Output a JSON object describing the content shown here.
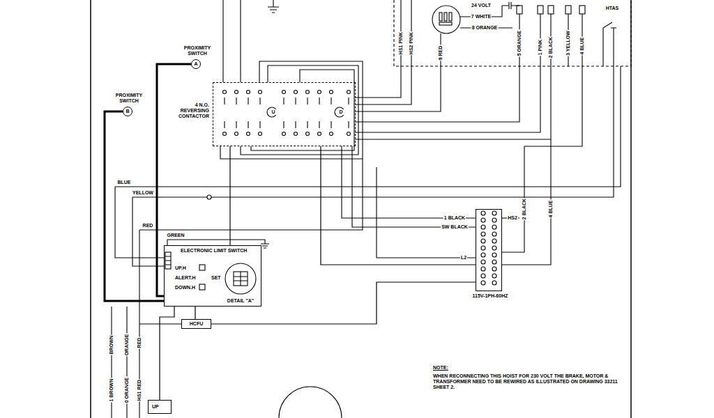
{
  "diagram": {
    "nodes": [
      {
        "text": [
          "PROXIMITY SWITCH",
          "A"
        ]
      },
      {
        "text": [
          "PROXIMITY SWITCH",
          "B"
        ]
      },
      {
        "text": [
          "4 N.O. REVERSING CONTACTOR",
          "U",
          "D"
        ]
      },
      {
        "text": [
          "115V-1PH-60HZ"
        ]
      },
      {
        "text": [
          "ELECTRONIC LIMIT SWITCH",
          "UP.H",
          "ALERT.H",
          "DOWN.H",
          "SET"
        ]
      },
      {
        "text": [
          "HCFU"
        ]
      },
      {
        "text": [
          "UP"
        ]
      }
    ],
    "edges": [
      {
        "from": 0,
        "to": 4,
        "arrow": "none"
      },
      {
        "from": 1,
        "to": 4,
        "arrow": "none"
      },
      {
        "from": 4,
        "to": 2,
        "arrow": "none"
      },
      {
        "from": 2,
        "to": 3,
        "arrow": "none"
      },
      {
        "from": 4,
        "to": 5,
        "arrow": "none"
      },
      {
        "from": 5,
        "to": 3,
        "arrow": "none"
      },
      {
        "from": 6,
        "to": 4,
        "arrow": "none"
      }
    ],
    "labels": [
      "24 VOLT",
      "7 WHITE",
      "8 ORANGE",
      "HTAS",
      "HS1 PINK",
      "HS2 PINK",
      "9 RED",
      "5 ORANGE",
      "1 PINK",
      "2 BLACK",
      "3 YELLOW",
      "4 BLUE",
      "BLUE",
      "YELLOW",
      "1 BLACK",
      "SW BLACK",
      "HS2",
      "L2",
      "2 BLACK",
      "4 BLUE",
      "RED",
      "GREEN",
      "DETAIL \"A\"",
      "BROWN",
      "ORANGE",
      "RED",
      "NOTE:",
      "WHEN RECONNECTING THIS HOIST FOR 230 VOLT THE BRAKE, MOTOR & TRANSFORMER NEED TO BE REWIRED AS ILLUSTRATED ON DRAWING 33211 SHEET 2.",
      "1 BROWN",
      "0 ORANGE",
      "HS1 RED"
    ]
  }
}
